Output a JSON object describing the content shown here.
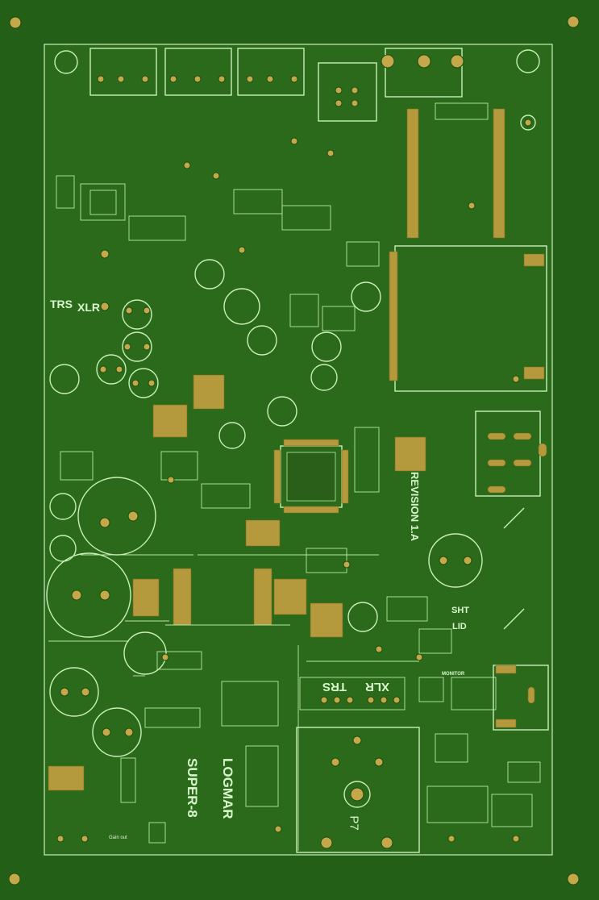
{
  "board": {
    "background_color": "#245f17",
    "board_color": "#2b6a1b",
    "silkscreen_color": "#c8f0b8",
    "copper_color": "#b49a3c"
  },
  "labels": {
    "trs_left": "TRS",
    "xlr_left": "XLR",
    "revision": "REVISION 1.A",
    "sht": "SHT",
    "lid": "LID",
    "monitor": "MONITOR",
    "trs_bottom": "TRS",
    "xlr_bottom": "XLR",
    "p7": "P7",
    "logmar": "LOGMAR",
    "super8": "SUPER-8",
    "gain_out": "Gain out"
  }
}
